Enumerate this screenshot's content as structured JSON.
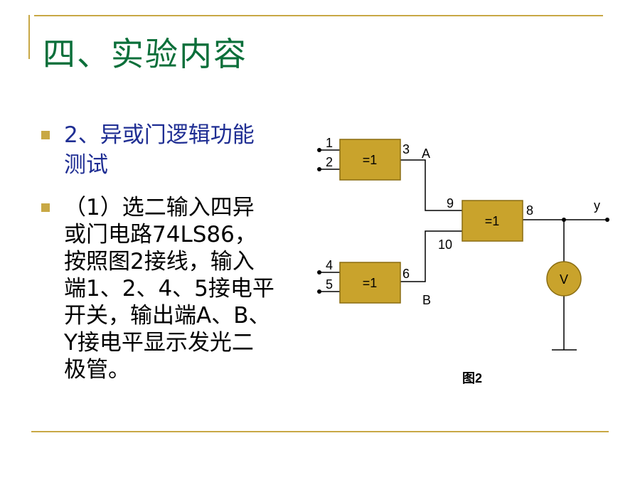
{
  "title": "四、实验内容",
  "bullets": [
    {
      "lines": [
        "2、异或门逻辑功能",
        "测试"
      ]
    },
    {
      "lines": [
        "（1）选二输入四异",
        "或门电路74LS86，",
        "按照图2接线，输入",
        "端1、2、4、5接电平",
        "开关，输出端A、B、",
        "Y接电平显示发光二",
        "极管。"
      ]
    }
  ],
  "diagram": {
    "caption": "图2",
    "gates": [
      {
        "label": "=1"
      },
      {
        "label": "=1"
      },
      {
        "label": "=1"
      }
    ],
    "pins": {
      "in1": "1",
      "in2": "2",
      "out1": "3",
      "in4": "4",
      "in5": "5",
      "out2": "6",
      "in9": "9",
      "in10": "10",
      "out3": "8"
    },
    "nodes": {
      "a": "A",
      "b": "B",
      "y": "y"
    },
    "meter_label": "V",
    "colors": {
      "gate_fill": "#c9a32c",
      "gate_stroke": "#8a6d12",
      "meter_fill": "#c9a32c"
    }
  },
  "colors": {
    "title": "#0b6f3a",
    "heading_bullet": "#1f2e93",
    "accent": "#c8a845"
  }
}
